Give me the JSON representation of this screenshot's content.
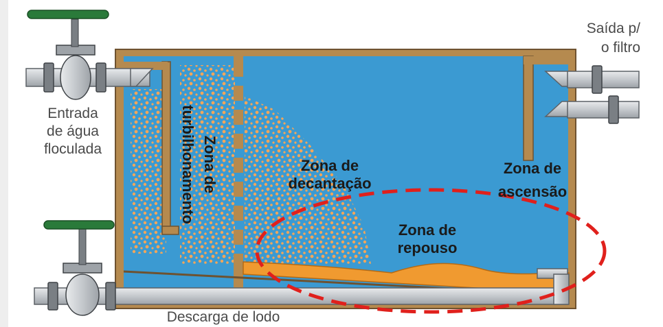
{
  "labels": {
    "inlet_line1": "Entrada",
    "inlet_line2": "de água",
    "inlet_line3": "floculada",
    "outlet_line1": "Saída p/",
    "outlet_line2": "o filtro",
    "sludge_discharge": "Descarga de lodo"
  },
  "zones": {
    "turbulence_line1": "Zona de",
    "turbulence_line2": "turbilhonamento",
    "settling_line1": "Zona de",
    "settling_line2": "decantação",
    "rest_line1": "Zona de",
    "rest_line2": "repouso",
    "ascension_line1": "Zona de",
    "ascension_line2": "ascensão"
  },
  "colors": {
    "water": "#3b9ad2",
    "wall": "#b58a4f",
    "sludge": "#f09a30",
    "highlight": "#e0201c",
    "pipe": "#c4c8cc",
    "valve_handle": "#2a7a3a"
  }
}
